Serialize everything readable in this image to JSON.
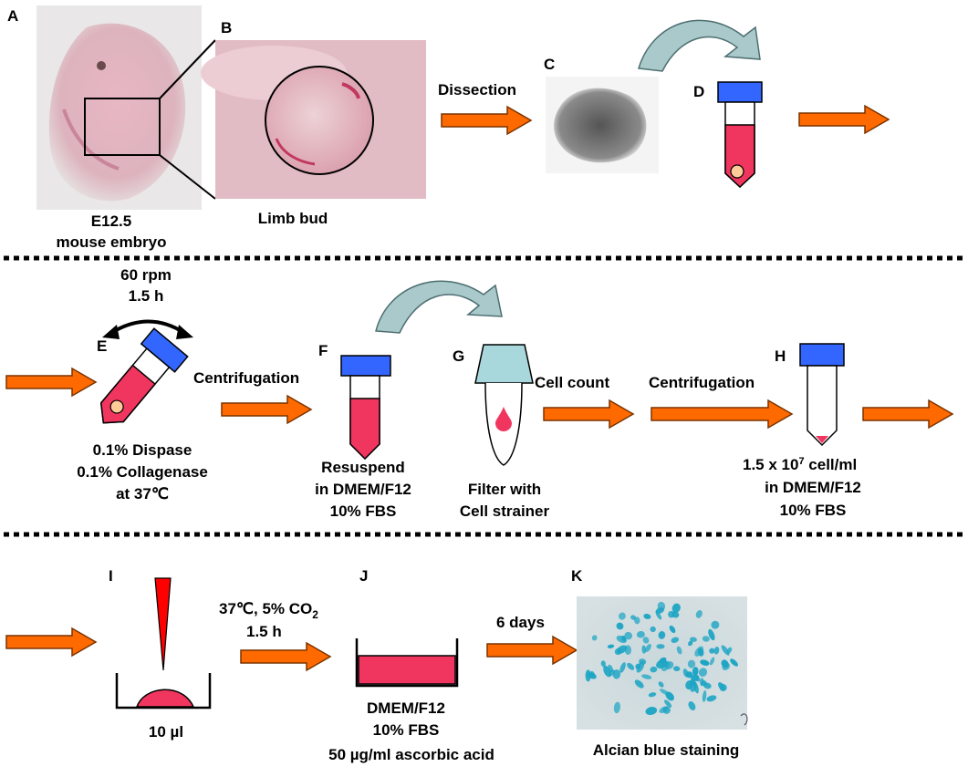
{
  "panel_letters": {
    "A": "A",
    "B": "B",
    "C": "C",
    "D": "D",
    "E": "E",
    "F": "F",
    "G": "G",
    "H": "H",
    "I": "I",
    "J": "J",
    "K": "K"
  },
  "row1": {
    "a_caption_1": "E12.5",
    "a_caption_2": "mouse embryo",
    "b_caption": "Limb bud",
    "dissection": "Dissection"
  },
  "row2": {
    "rpm": "60 rpm",
    "time": "1.5 h",
    "e_caption_1": "0.1% Dispase",
    "e_caption_2": "0.1% Collagenase",
    "e_caption_3": "at 37℃",
    "centrifugation_1": "Centrifugation",
    "f_caption_1": "Resuspend",
    "f_caption_2": "in DMEM/F12",
    "f_caption_3": "10% FBS",
    "cell_count": "Cell count",
    "g_caption_1": "Filter with",
    "g_caption_2": "Cell strainer",
    "centrifugation_2": "Centrifugation",
    "h_caption_1_pre": "1.5 x 10",
    "h_caption_1_sup": "7",
    "h_caption_1_post": " cell/ml",
    "h_caption_2": "in DMEM/F12",
    "h_caption_3": "10% FBS"
  },
  "row3": {
    "condition_1_pre": "37℃, 5% CO",
    "condition_1_sub": "2",
    "condition_2": "1.5 h",
    "i_caption": "10 µl",
    "six_days": "6 days",
    "j_caption_1": "DMEM/F12",
    "j_caption_2": "10%  FBS",
    "j_caption_3": "50 µg/ml ascorbic acid",
    "k_caption": "Alcian blue staining"
  },
  "colors": {
    "arrow": "#ff6a00",
    "tube_cap": "#3366ff",
    "medium": "#f0365f",
    "curved_arrow": "#a9c9cb",
    "strainer": "#a9d8dc",
    "stain": "#1ea5c4"
  }
}
